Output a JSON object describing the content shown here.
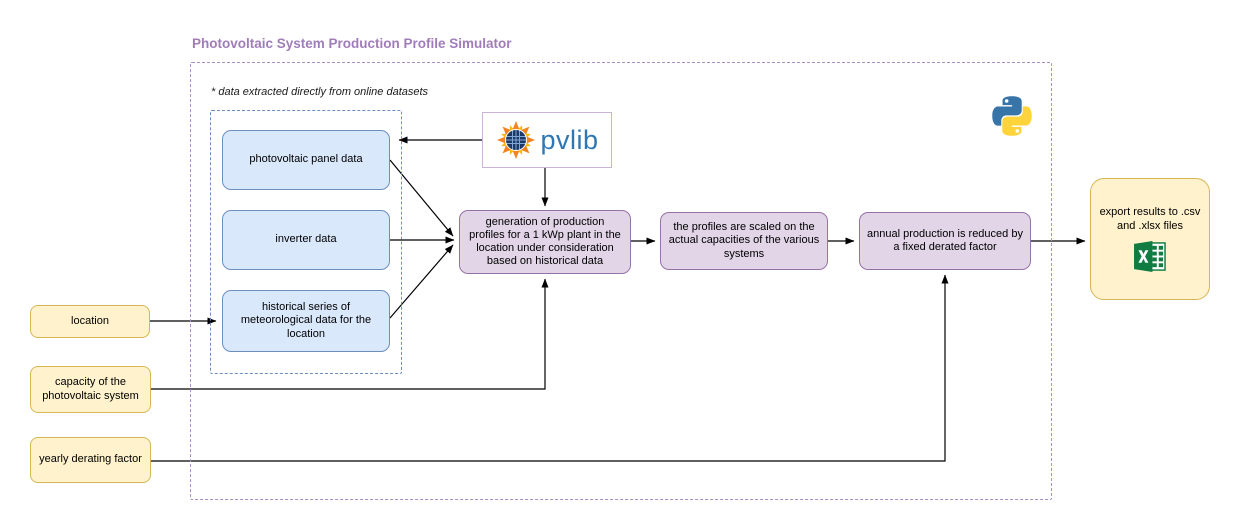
{
  "title": "Photovoltaic System Production Profile Simulator",
  "note": "* data extracted directly from online datasets",
  "datasets": {
    "panel": "photovoltaic panel data",
    "inverter": "inverter data",
    "weather": "historical series of meteorological data for the location"
  },
  "pipeline": {
    "generate": "generation of production profiles for a 1 kWp plant in the location under consideration based on historical data",
    "scale": "the profiles are scaled on the actual capacities of the various systems",
    "derate": "annual production is reduced by a fixed derated factor"
  },
  "user_inputs": {
    "location": "location",
    "capacity": "capacity of the photovoltaic system",
    "derating": "yearly derating factor"
  },
  "output": {
    "export": "export results to .csv and .xlsx files"
  },
  "logos": {
    "pvlib_label": "pvlib",
    "pvlib_icon": "pvlib-sunburst-icon",
    "python_icon": "python-logo-icon",
    "excel_icon": "excel-spreadsheet-icon"
  },
  "colors": {
    "dataset_fill": "#DAE8FC",
    "dataset_stroke": "#6C8EBF",
    "process_fill": "#E1D5E7",
    "process_stroke": "#9673A6",
    "input_fill": "#FFF2CC",
    "input_stroke": "#D6B656",
    "title_text": "#A07DB9",
    "arrow": "#000000",
    "pvlib_text": "#2E77B4",
    "excel_green": "#107C41",
    "python_blue": "#3775A9",
    "python_yellow": "#FFD43B"
  }
}
